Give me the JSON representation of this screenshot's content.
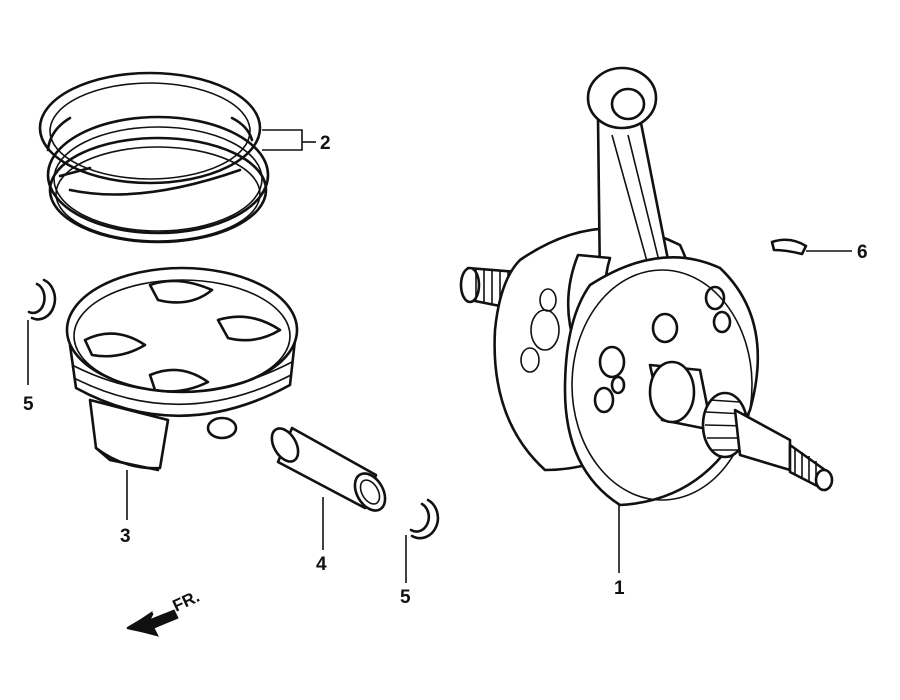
{
  "callouts": [
    {
      "id": "crankshaft",
      "number": "1"
    },
    {
      "id": "piston-rings",
      "number": "2"
    },
    {
      "id": "piston",
      "number": "3"
    },
    {
      "id": "piston-pin",
      "number": "4"
    },
    {
      "id": "pin-clip-left",
      "number": "5"
    },
    {
      "id": "pin-clip-right",
      "number": "5"
    },
    {
      "id": "woodruff-key",
      "number": "6"
    }
  ],
  "direction_marker": {
    "label": "FR."
  }
}
